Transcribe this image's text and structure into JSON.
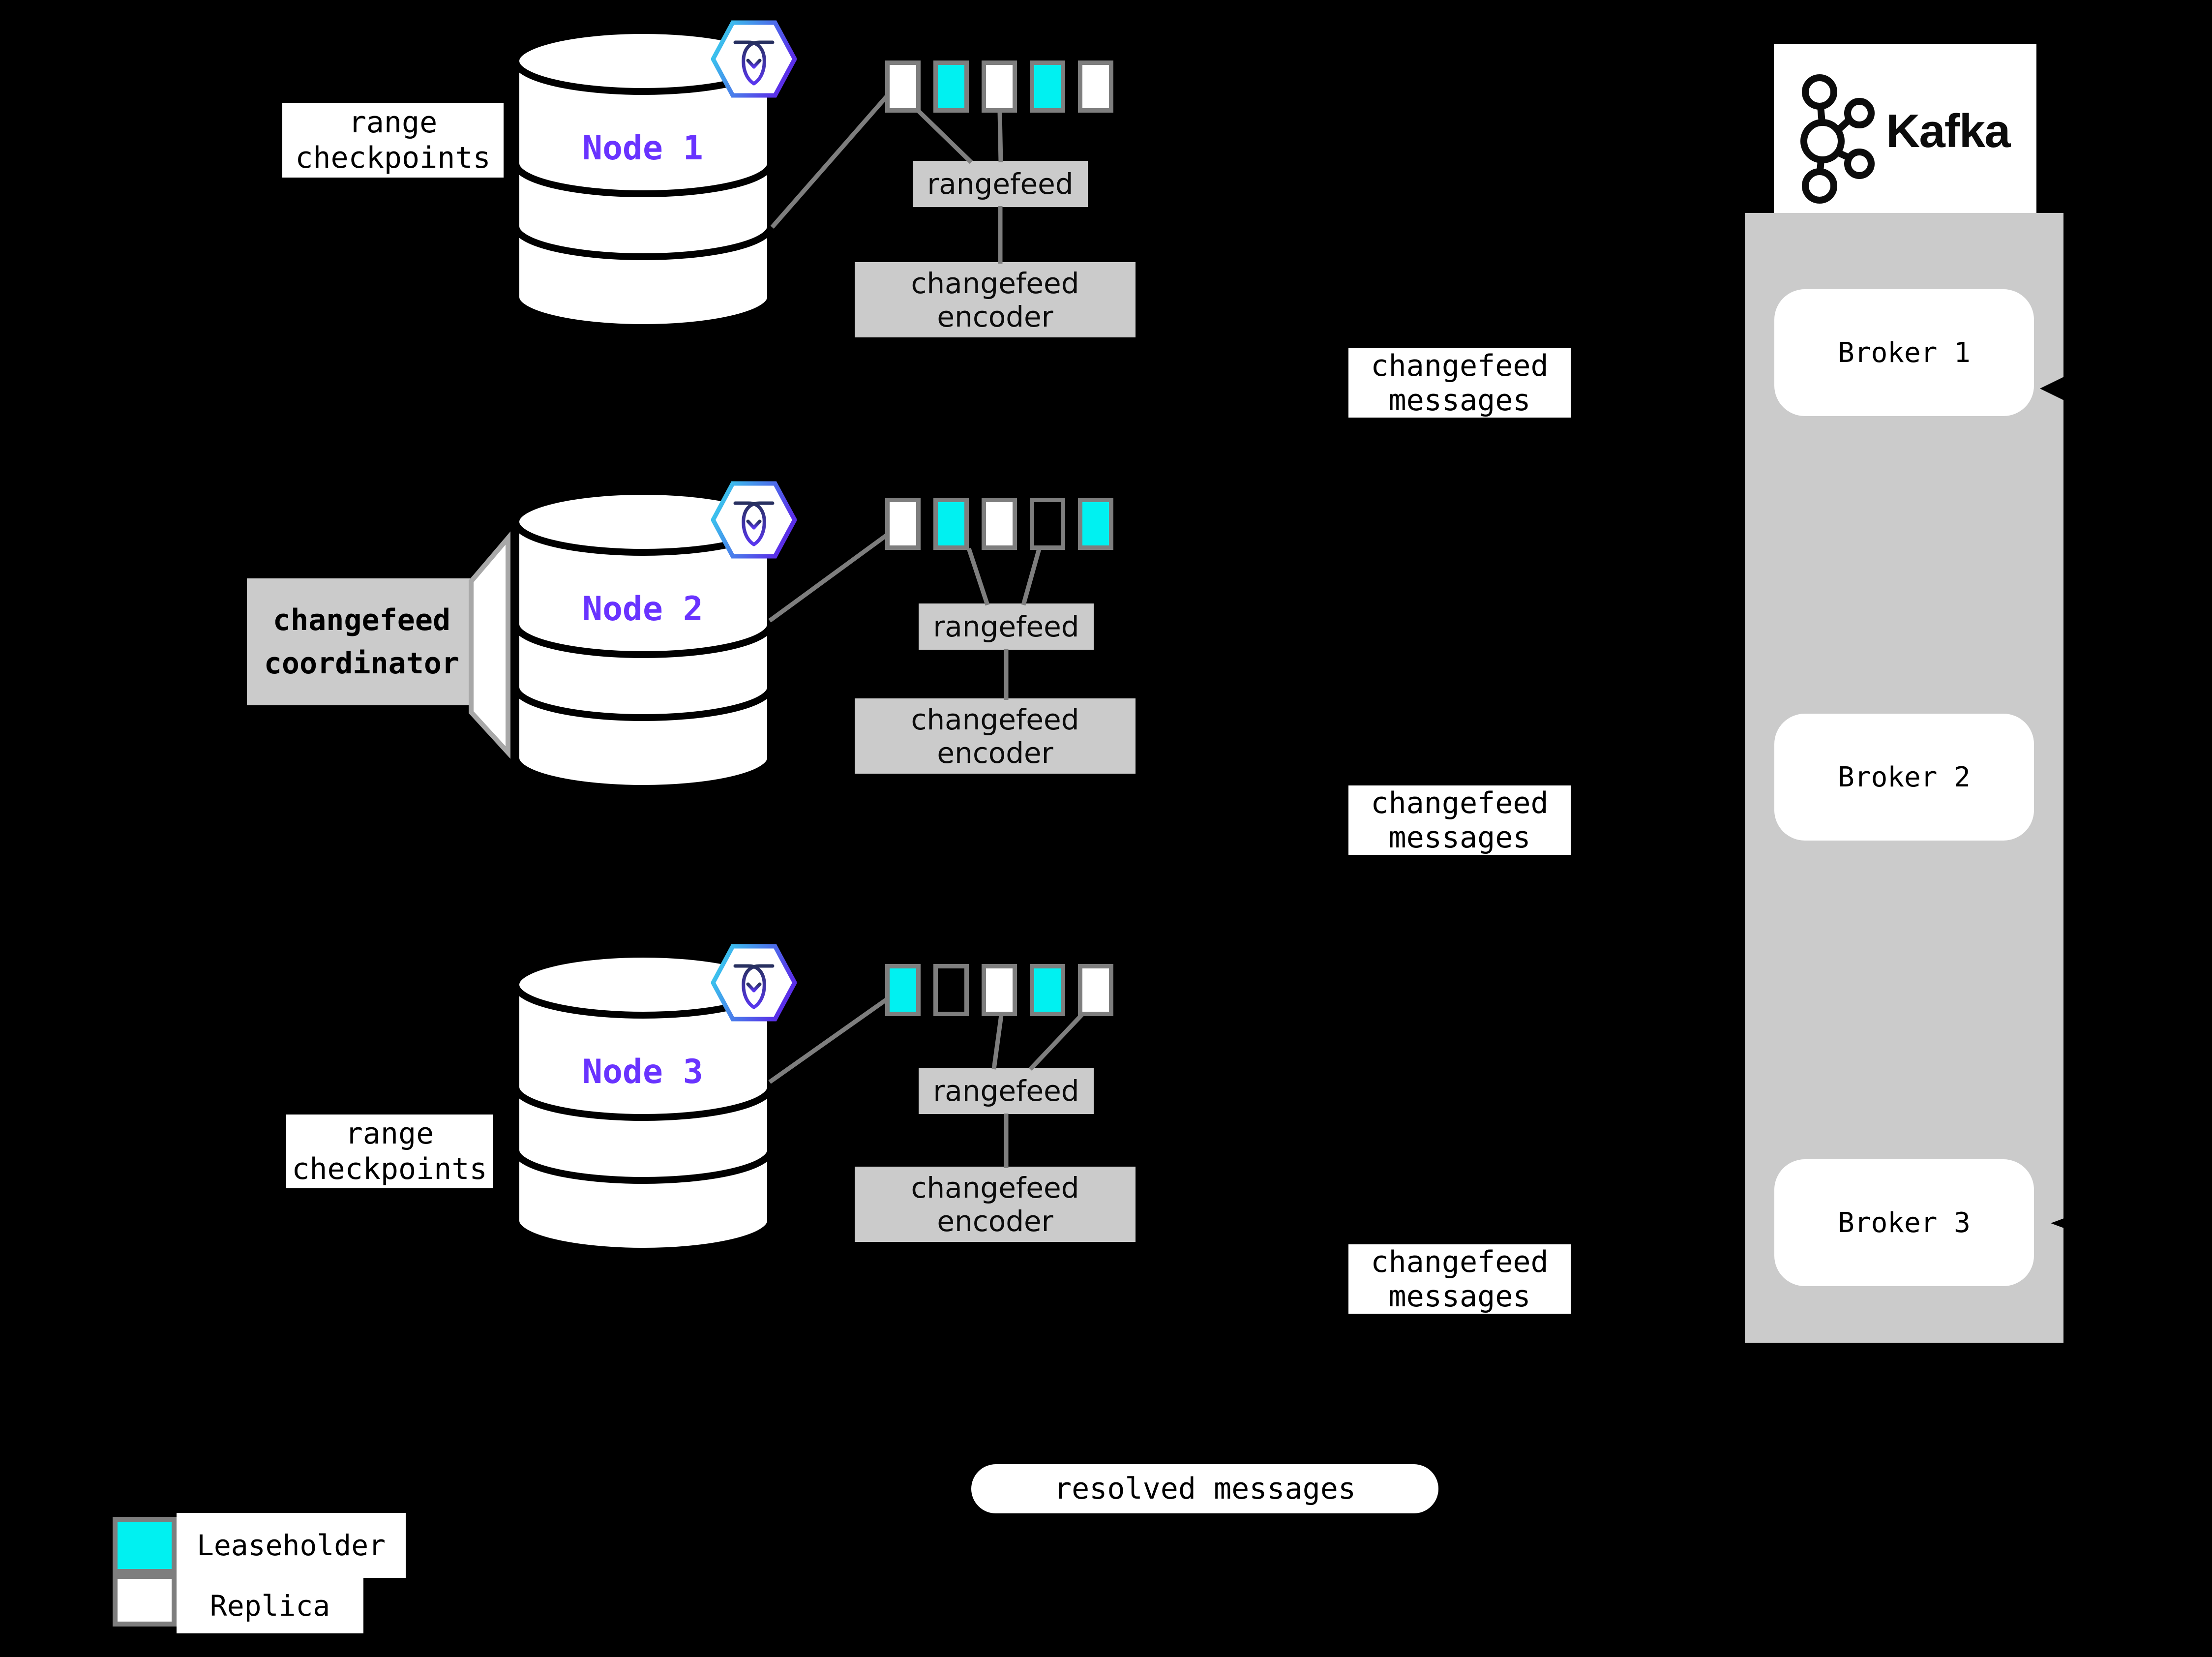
{
  "nodes": [
    {
      "label": "Node 1",
      "ranges": [
        "replica",
        "leaseholder",
        "replica",
        "leaseholder",
        "replica"
      ]
    },
    {
      "label": "Node 2",
      "ranges": [
        "replica",
        "leaseholder",
        "replica",
        "empty",
        "leaseholder"
      ]
    },
    {
      "label": "Node 3",
      "ranges": [
        "leaseholder",
        "empty",
        "replica",
        "leaseholder",
        "replica"
      ]
    }
  ],
  "labels": {
    "range_checkpoints": [
      "range",
      "checkpoints"
    ],
    "rangefeed": "rangefeed",
    "changefeed_encoder": [
      "changefeed",
      "encoder"
    ],
    "changefeed_messages": [
      "changefeed",
      "messages"
    ],
    "changefeed_coordinator": [
      "changefeed",
      "coordinator"
    ],
    "resolved_messages": "resolved messages"
  },
  "kafka": {
    "wordmark": "Kafka",
    "brokers": [
      "Broker 1",
      "Broker 2",
      "Broker 3"
    ]
  },
  "legend": [
    {
      "kind": "leaseholder",
      "label": "Leaseholder"
    },
    {
      "kind": "replica",
      "label": "Replica"
    }
  ],
  "colors": {
    "background": "#000000",
    "leaseholder": "#00F1F1",
    "replica": "#FFFFFF",
    "empty_range": "#000000",
    "node_label_purple": "#6933FF",
    "gray_box": "#CBCBCB",
    "connector_gray": "#7E7E7E",
    "hexagon_gradient_start": "#3BE8E8",
    "hexagon_gradient_end": "#5A2FE8"
  }
}
